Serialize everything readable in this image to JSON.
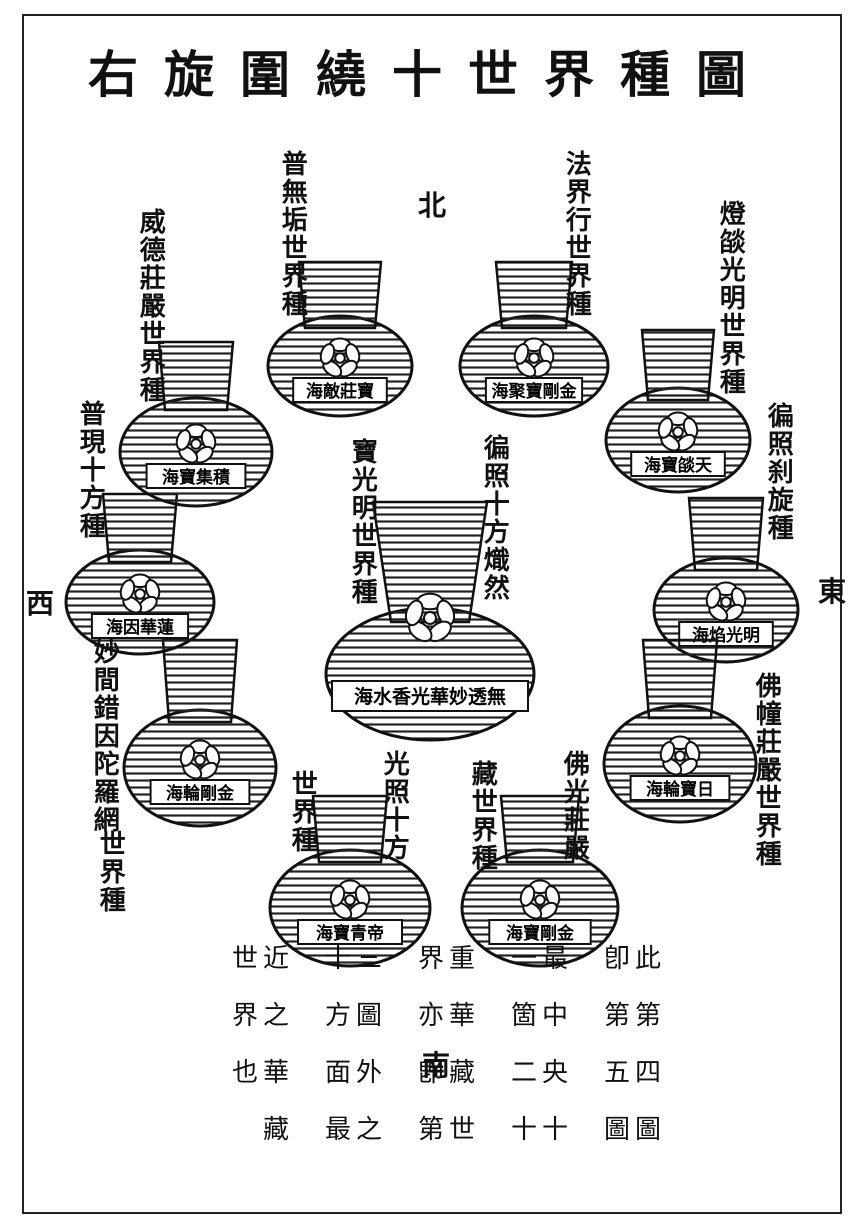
{
  "title": "右旋圍繞十世界種圖",
  "directions": {
    "north": "北",
    "south": "南",
    "east": "東",
    "west": "西"
  },
  "vases": [
    {
      "id": "top-left",
      "caption": "普無垢世界種",
      "plate": "海敵莊寶"
    },
    {
      "id": "top-right",
      "caption": "法界行世界種",
      "plate": "海聚寶剛金"
    },
    {
      "id": "right-upper",
      "caption": "燈燄光明世界種",
      "plate": "海寶燄天"
    },
    {
      "id": "right-mid",
      "caption": "徧照刹旋種",
      "plate": "海焰光明"
    },
    {
      "id": "right-lower",
      "caption": "佛幢莊嚴世界種",
      "plate": "海輪寶日"
    },
    {
      "id": "bottom-right",
      "caption": "佛光莊嚴藏世界種",
      "plate": "海寶剛金"
    },
    {
      "id": "bottom-left",
      "caption": "光照十方世界種",
      "plate": "海寶青帝"
    },
    {
      "id": "left-lower",
      "caption": "妙間錯因陀羅網世界種",
      "plate": "海輪剛金"
    },
    {
      "id": "left-mid",
      "caption": "普現十方種",
      "plate": "海因華蓮"
    },
    {
      "id": "left-upper",
      "caption": "威德莊嚴世界種",
      "plate": "海寶集積"
    }
  ],
  "center": {
    "caption_left": "寶光明世界種",
    "caption_right": "徧照十方熾然",
    "plate": "海水香光華妙透無"
  },
  "bottom_text": {
    "columns": [
      "此即",
      "第第",
      "四五",
      "圖圖",
      "最一",
      "中箇",
      "央二",
      "十十",
      "重界",
      "華亦",
      "藏即",
      "世第",
      "三十",
      "圖方",
      "外面",
      "之最",
      "近世",
      "之界",
      "華也",
      "藏"
    ]
  },
  "bottom_lines": [
    "世近　十三　界重　一最　卽此",
    "界之　方圖　亦華　箇中　第第",
    "也華　面外　卽藏　二央　五四",
    "　藏　最之　第世　十十　圖圖"
  ]
}
